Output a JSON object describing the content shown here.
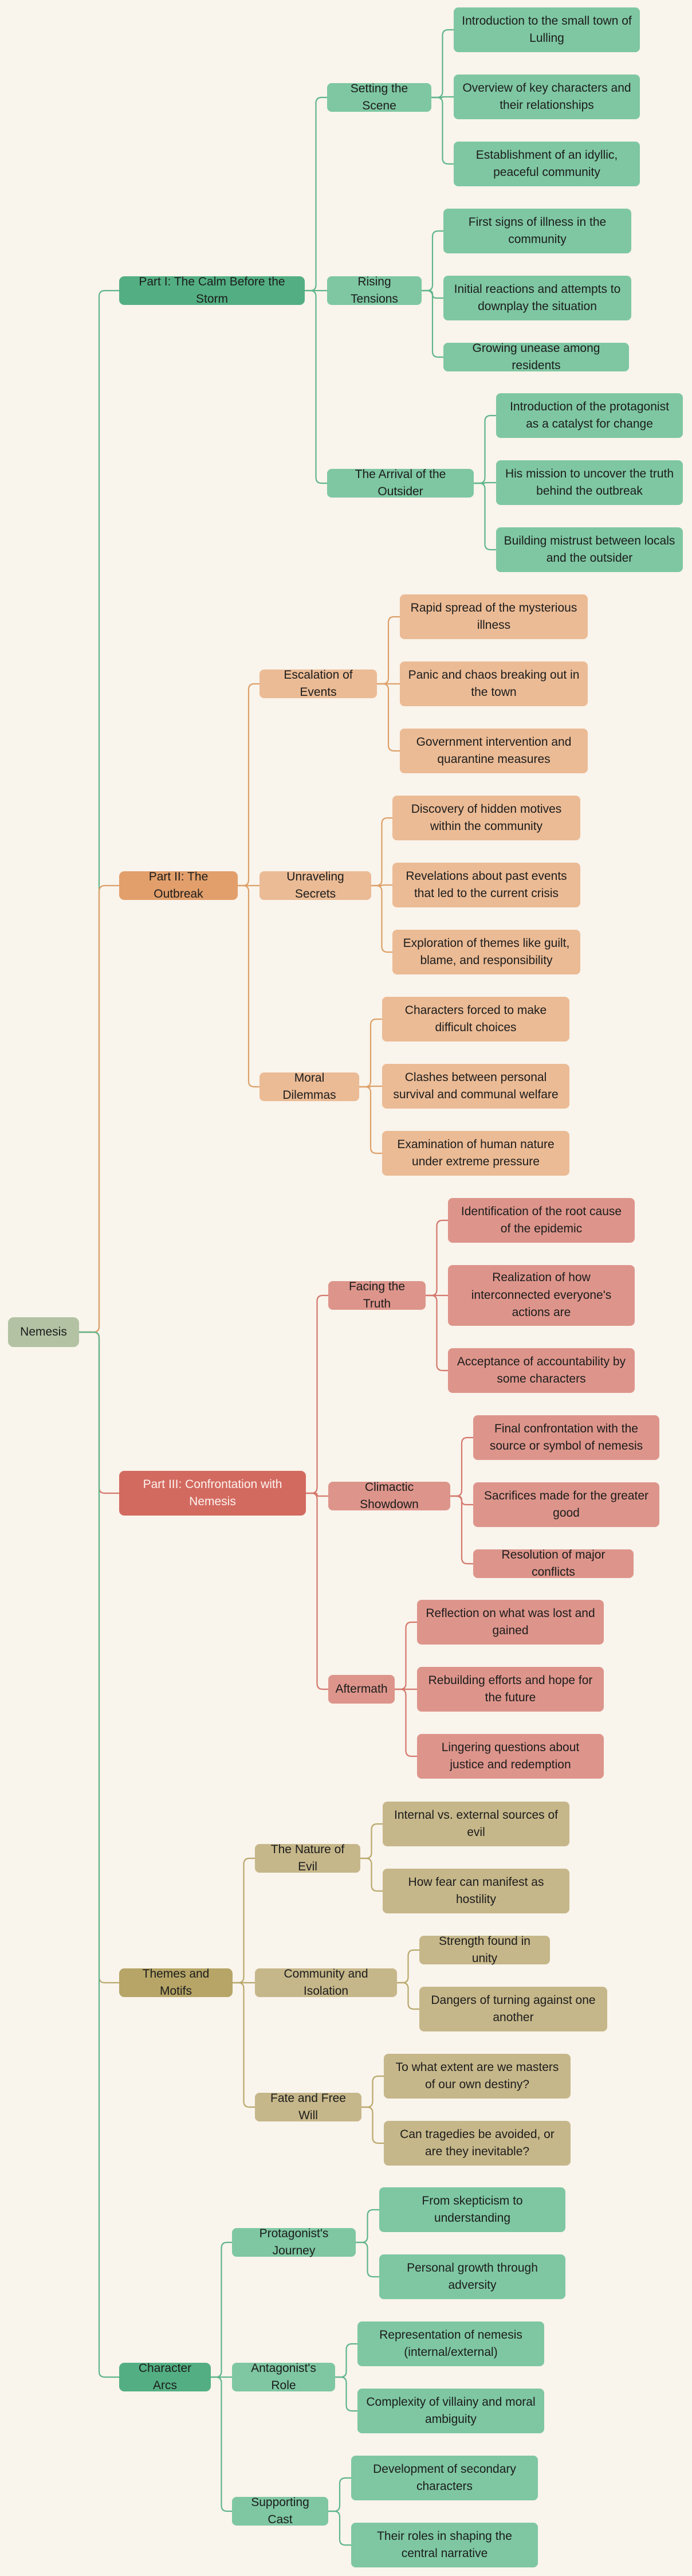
{
  "root": "Nemesis",
  "branches": [
    {
      "label": "Part I: The Calm Before the Storm",
      "children": [
        {
          "label": "Setting the Scene",
          "items": [
            "Introduction to the small town of Lulling",
            "Overview of key characters and their relationships",
            "Establishment of an idyllic, peaceful community"
          ]
        },
        {
          "label": "Rising Tensions",
          "items": [
            "First signs of illness in the community",
            "Initial reactions and attempts to downplay the situation",
            "Growing unease among residents"
          ]
        },
        {
          "label": "The Arrival of the Outsider",
          "items": [
            "Introduction of the protagonist as a catalyst for change",
            "His mission to uncover the truth behind the outbreak",
            "Building mistrust between locals and the outsider"
          ]
        }
      ]
    },
    {
      "label": "Part II: The Outbreak",
      "children": [
        {
          "label": "Escalation of Events",
          "items": [
            "Rapid spread of the mysterious illness",
            "Panic and chaos breaking out in the town",
            "Government intervention and quarantine measures"
          ]
        },
        {
          "label": "Unraveling Secrets",
          "items": [
            "Discovery of hidden motives within the community",
            "Revelations about past events that led to the current crisis",
            "Exploration of themes like guilt, blame, and responsibility"
          ]
        },
        {
          "label": "Moral Dilemmas",
          "items": [
            "Characters forced to make difficult choices",
            "Clashes between personal survival and communal welfare",
            "Examination of human nature under extreme pressure"
          ]
        }
      ]
    },
    {
      "label": "Part III: Confrontation with Nemesis",
      "children": [
        {
          "label": "Facing the Truth",
          "items": [
            "Identification of the root cause of the epidemic",
            "Realization of how interconnected everyone's actions are",
            "Acceptance of accountability by some characters"
          ]
        },
        {
          "label": "Climactic Showdown",
          "items": [
            "Final confrontation with the source or symbol of nemesis",
            "Sacrifices made for the greater good",
            "Resolution of major conflicts"
          ]
        },
        {
          "label": "Aftermath",
          "items": [
            "Reflection on what was lost and gained",
            "Rebuilding efforts and hope for the future",
            "Lingering questions about justice and redemption"
          ]
        }
      ]
    },
    {
      "label": "Themes and Motifs",
      "children": [
        {
          "label": "The Nature of Evil",
          "items": [
            "Internal vs. external sources of evil",
            "How fear can manifest as hostility"
          ]
        },
        {
          "label": "Community and Isolation",
          "items": [
            "Strength found in unity",
            "Dangers of turning against one another"
          ]
        },
        {
          "label": "Fate and Free Will",
          "items": [
            "To what extent are we masters of our own destiny?",
            "Can tragedies be avoided, or are they inevitable?"
          ]
        }
      ]
    },
    {
      "label": "Character Arcs",
      "children": [
        {
          "label": "Protagonist's Journey",
          "items": [
            "From skepticism to understanding",
            "Personal growth through adversity"
          ]
        },
        {
          "label": "Antagonist's Role",
          "items": [
            "Representation of nemesis (internal/external)",
            "Complexity of villainy and moral ambiguity"
          ]
        },
        {
          "label": "Supporting Cast",
          "items": [
            "Development of secondary characters",
            "Their roles in shaping the central narrative"
          ]
        }
      ]
    }
  ],
  "colors": {
    "green": "#53af83",
    "orange": "#e29f6b",
    "red": "#d36a60",
    "olive": "#b6a567",
    "root": "#b2c2a3",
    "background": "#f9f4ec"
  }
}
